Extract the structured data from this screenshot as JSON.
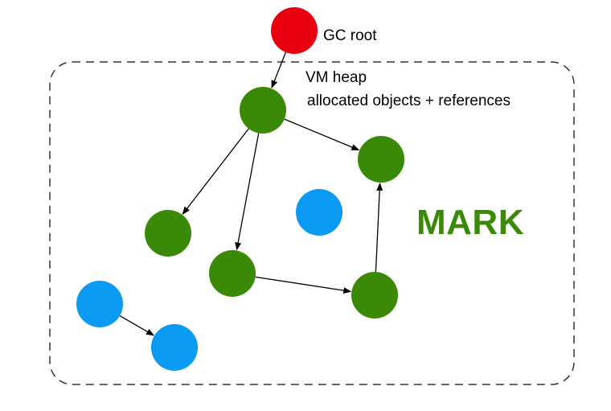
{
  "gc_root": {
    "label": "GC root"
  },
  "heap": {
    "title": "VM heap",
    "description": "allocated objects + references"
  },
  "phase": {
    "label": "MARK"
  },
  "colors": {
    "root": "#e8000e",
    "marked": "#3a8a07",
    "unmarked": "#0a9af2",
    "phase_label": "#3a8a07",
    "edge": "#000000",
    "heap_border": "#333333"
  },
  "nodes": [
    {
      "id": "root",
      "kind": "root"
    },
    {
      "id": "a",
      "kind": "marked"
    },
    {
      "id": "b",
      "kind": "marked"
    },
    {
      "id": "c",
      "kind": "marked"
    },
    {
      "id": "d",
      "kind": "marked"
    },
    {
      "id": "e",
      "kind": "marked"
    },
    {
      "id": "f",
      "kind": "unmarked"
    },
    {
      "id": "g",
      "kind": "unmarked"
    },
    {
      "id": "h",
      "kind": "unmarked"
    }
  ],
  "edges": [
    {
      "from": "root",
      "to": "a"
    },
    {
      "from": "a",
      "to": "b"
    },
    {
      "from": "a",
      "to": "c"
    },
    {
      "from": "a",
      "to": "d"
    },
    {
      "from": "d",
      "to": "e"
    },
    {
      "from": "e",
      "to": "b"
    },
    {
      "from": "g",
      "to": "h"
    }
  ]
}
